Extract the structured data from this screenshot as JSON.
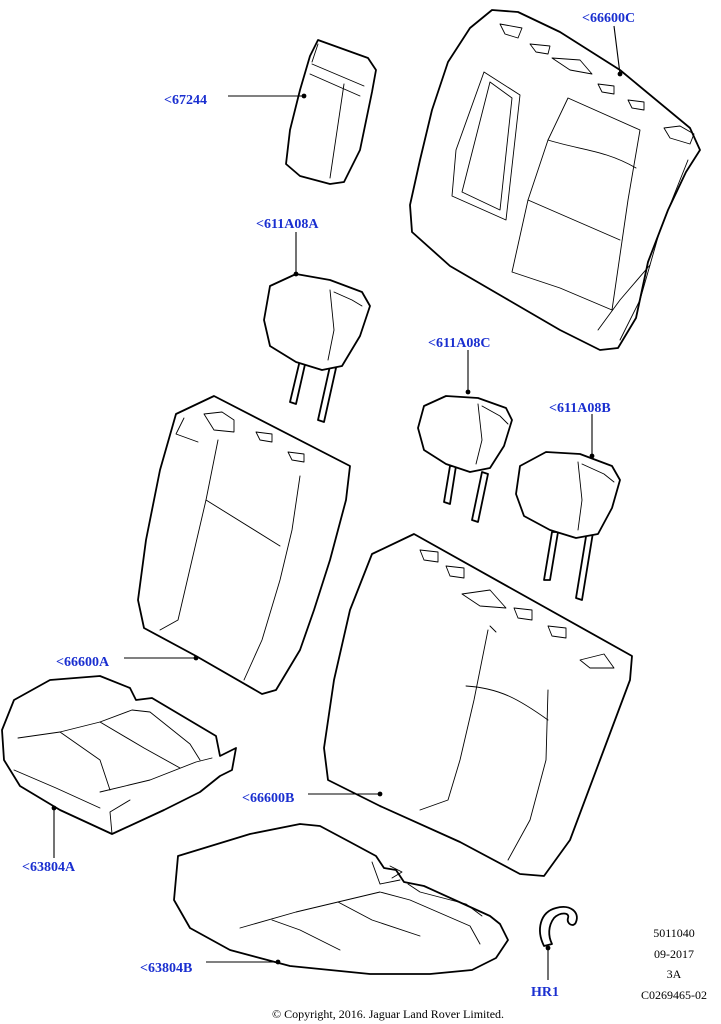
{
  "callouts": {
    "c66600C": "<66600C",
    "c67244": "<67244",
    "c611A08A": "<611A08A",
    "c611A08C": "<611A08C",
    "c611A08B": "<611A08B",
    "c66600A": "<66600A",
    "c66600B": "<66600B",
    "c63804A": "<63804A",
    "c63804B": "<63804B",
    "cHR1": "HR1"
  },
  "info_block": {
    "line1": "5011040",
    "line2": "09-2017",
    "line3": "3A",
    "line4": "C0269465-02"
  },
  "copyright": "© Copyright, 2016. Jaguar Land Rover Limited."
}
